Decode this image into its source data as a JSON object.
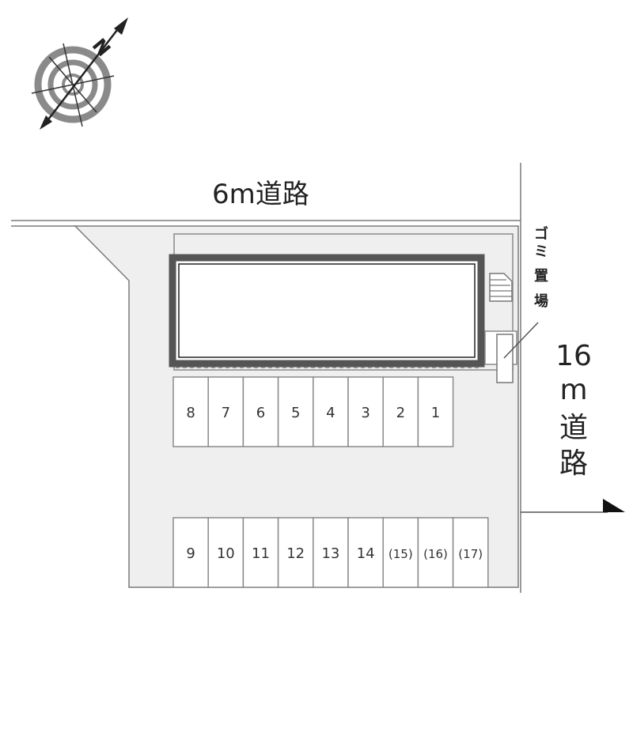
{
  "compass": {
    "north_label": "N",
    "icon": "compass-rose-icon"
  },
  "roads": {
    "top": {
      "width": "6m",
      "label": "道路"
    },
    "right": {
      "width_digits": "16",
      "width_unit": "m",
      "label_chars": [
        "道",
        "路"
      ]
    }
  },
  "facilities": {
    "garbage_area_chars": [
      "ゴ",
      "ミ",
      "置",
      "場"
    ]
  },
  "parking": {
    "row_top": [
      "8",
      "7",
      "6",
      "5",
      "4",
      "3",
      "2",
      "1"
    ],
    "row_bottom": [
      "9",
      "10",
      "11",
      "12",
      "13",
      "14",
      "(15)",
      "(16)",
      "(17)"
    ]
  },
  "colors": {
    "lot": "#efefef",
    "building_outline": "#555555",
    "lines": "#7a7a7a"
  }
}
